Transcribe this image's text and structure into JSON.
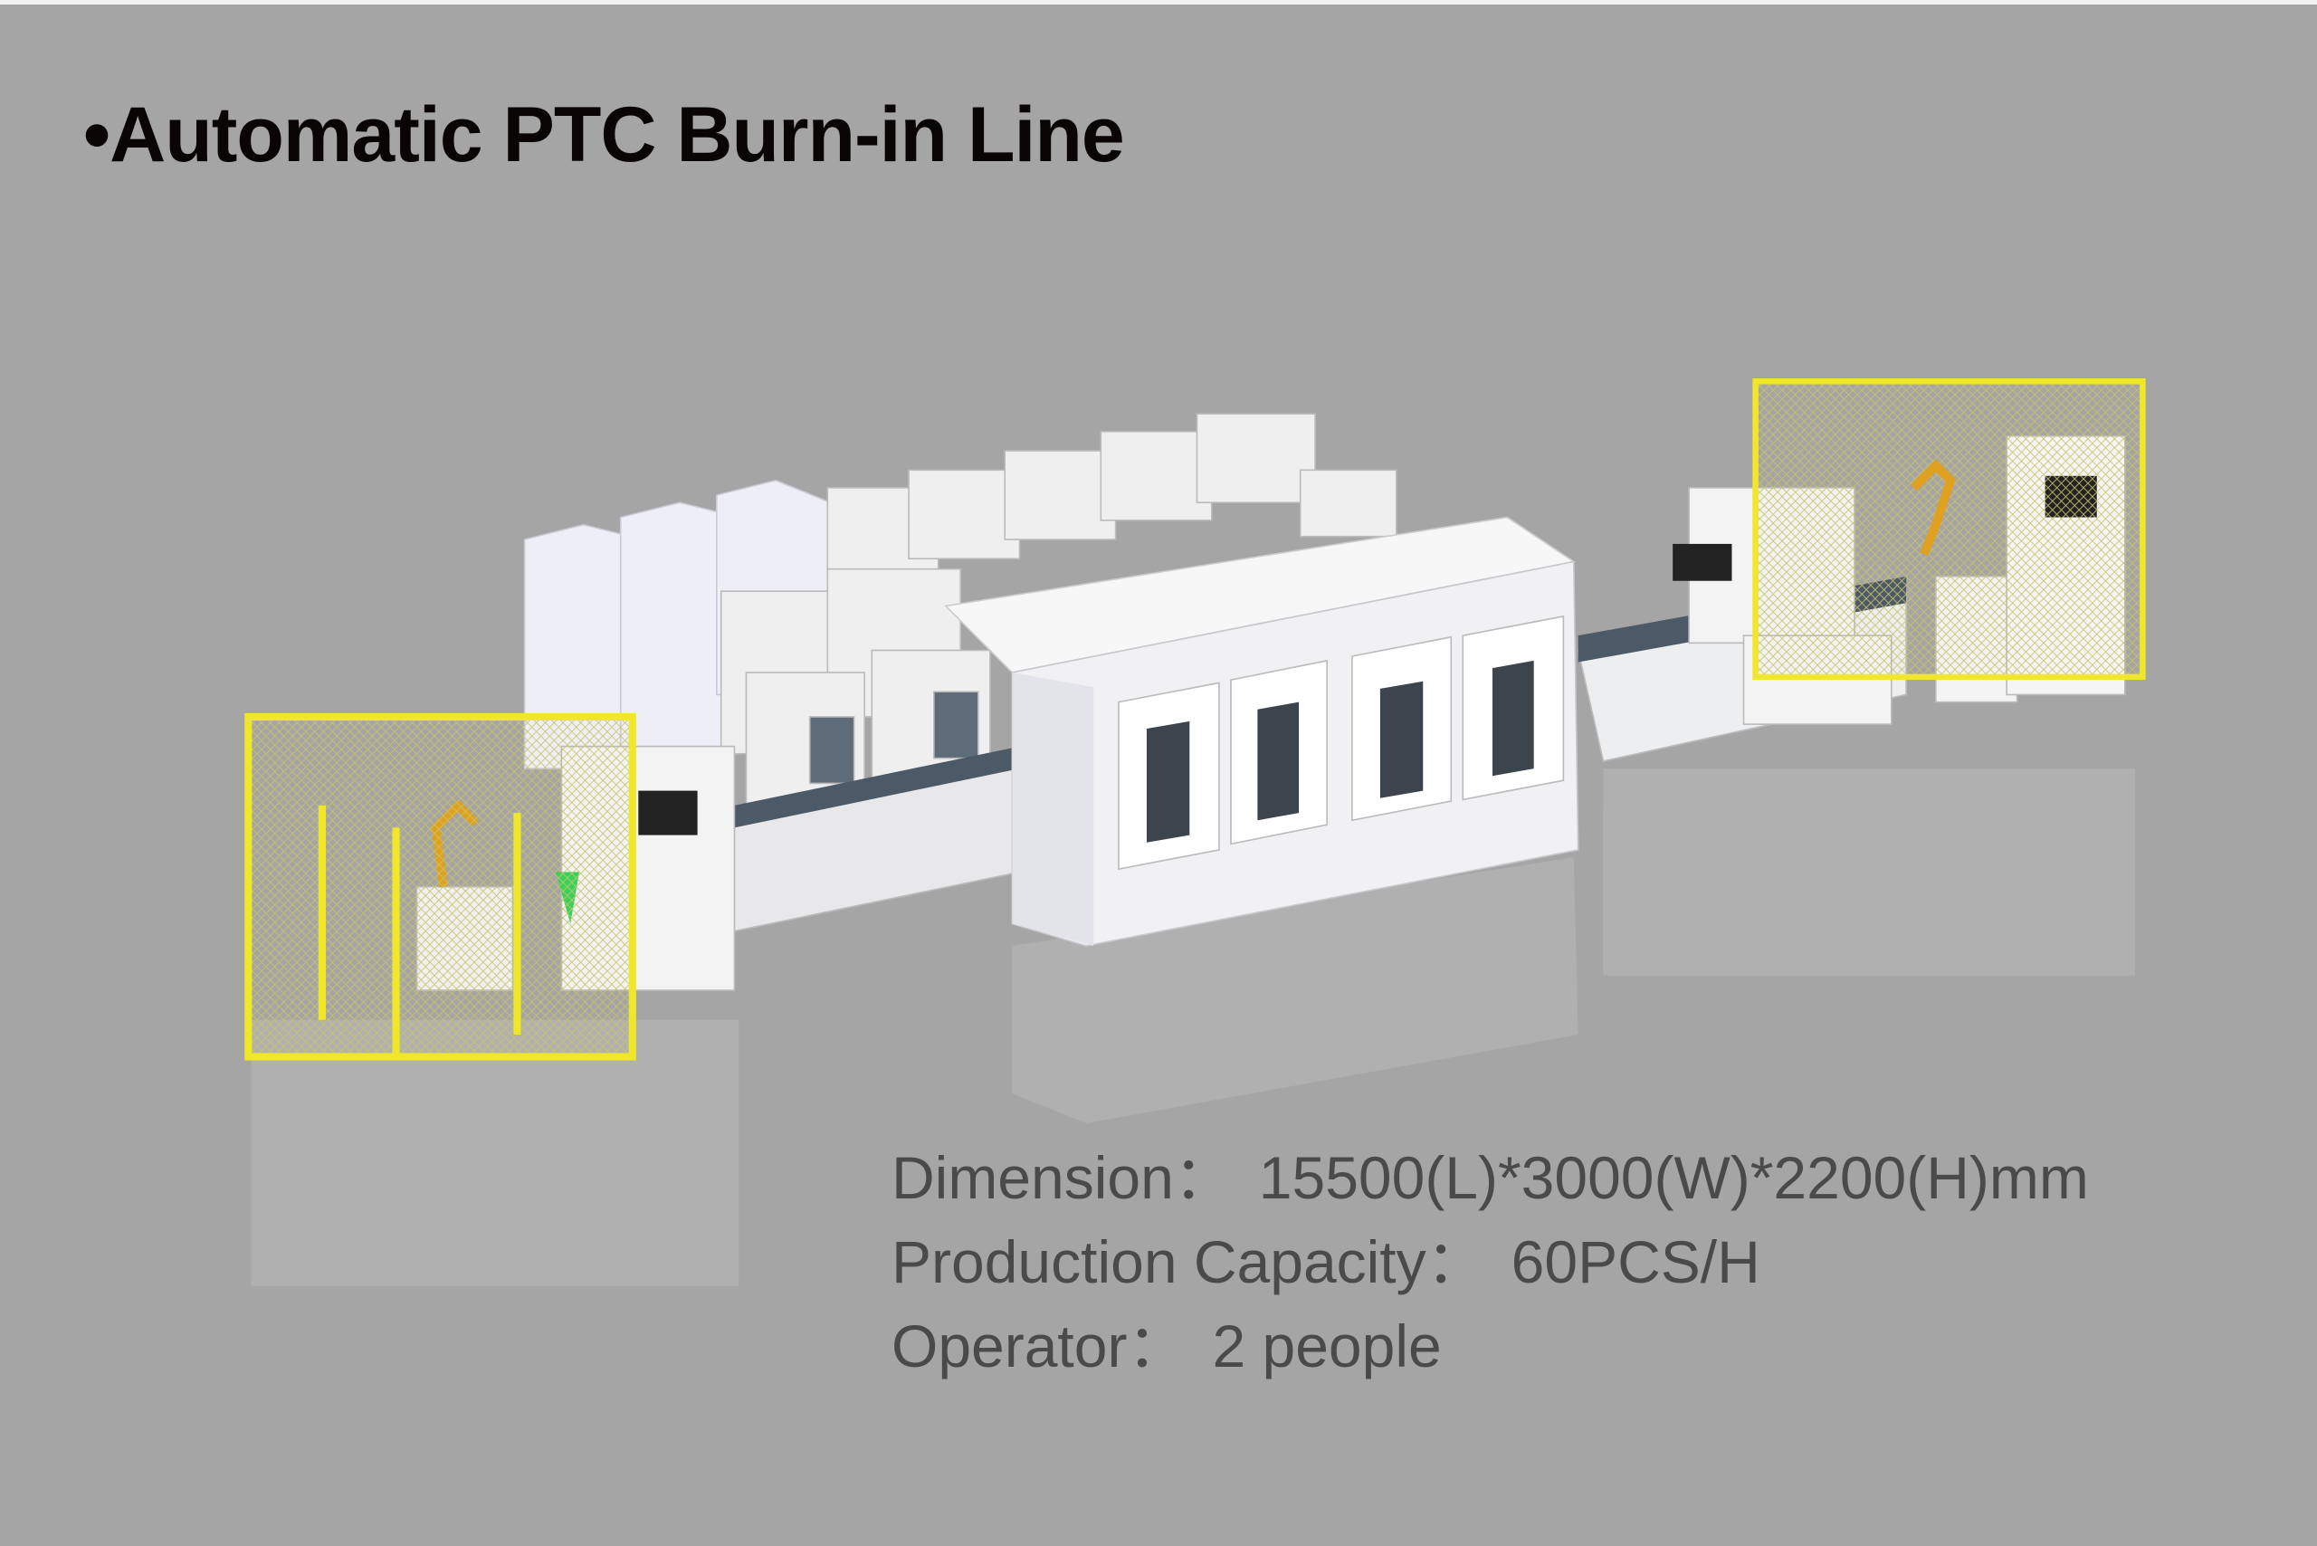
{
  "title": "•Automatic PTC Burn-in Line",
  "specs": [
    {
      "label": "Dimension：",
      "value": "15500(L)*3000(W)*2200(H)mm"
    },
    {
      "label": "Production Capacity：",
      "value": "60PCS/H"
    },
    {
      "label": "Operator：",
      "value": "2 people"
    }
  ],
  "colors": {
    "background": "#a5a5a5",
    "fence": "#f0e62a",
    "machine": "#f4f4f6",
    "text": "#4a4a4a"
  }
}
